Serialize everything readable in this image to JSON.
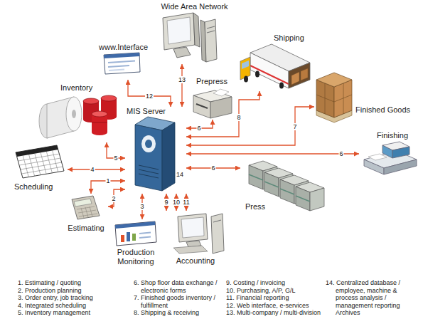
{
  "diagram": {
    "nodes": [
      {
        "text": [
          "Wide Area Network"
        ]
      },
      {
        "text": [
          "www.Interface"
        ]
      },
      {
        "text": [
          "Shipping"
        ]
      },
      {
        "text": [
          "Prepress"
        ]
      },
      {
        "text": [
          "Inventory"
        ]
      },
      {
        "text": [
          "MIS Server"
        ]
      },
      {
        "text": [
          "Finished Goods"
        ]
      },
      {
        "text": [
          "Finishing"
        ]
      },
      {
        "text": [
          "Scheduling"
        ]
      },
      {
        "text": [
          "Press"
        ]
      },
      {
        "text": [
          "Estimating"
        ]
      },
      {
        "text": [
          "Production Monitoring"
        ]
      },
      {
        "text": [
          "Accounting"
        ]
      }
    ],
    "edges": [
      {
        "from": 5,
        "to": 1,
        "label": "12",
        "arrow": "both"
      },
      {
        "from": 5,
        "to": 0,
        "label": "13",
        "arrow": "both"
      },
      {
        "from": 5,
        "to": 2,
        "label": "8",
        "arrow": "both"
      },
      {
        "from": 5,
        "to": 3,
        "label": "6",
        "arrow": "both"
      },
      {
        "from": 5,
        "to": 6,
        "label": "7",
        "arrow": "both"
      },
      {
        "from": 5,
        "to": 7,
        "label": "6",
        "arrow": "both"
      },
      {
        "from": 5,
        "to": 9,
        "label": "6",
        "arrow": "both"
      },
      {
        "from": 5,
        "to": 4,
        "label": "5",
        "arrow": "both"
      },
      {
        "from": 5,
        "to": 8,
        "label": "4",
        "arrow": "both"
      },
      {
        "from": 5,
        "to": 10,
        "label": "1",
        "arrow": "both"
      },
      {
        "from": 5,
        "to": 10,
        "label": "2",
        "arrow": "both"
      },
      {
        "from": 5,
        "to": 11,
        "label": "3",
        "arrow": "both"
      },
      {
        "from": 5,
        "to": 12,
        "label": "9",
        "arrow": "both"
      },
      {
        "from": 5,
        "to": 12,
        "label": "10",
        "arrow": "both"
      },
      {
        "from": 5,
        "to": 12,
        "label": "11",
        "arrow": "both"
      }
    ],
    "labels": [
      "14",
      "1. Estimating / quoting",
      "2. Production planning",
      "3. Order entry, job tracking",
      "4. Integrated scheduling",
      "5. Inventory management",
      "6. Shop floor data exchange / electronic forms",
      "7. Finished goods inventory / fulfillment",
      "8. Shipping & receiving",
      "9. Costing / invoicing",
      "10. Purchasing, A/P, G/L",
      "11. Financial reporting",
      "12. Web interface, e-services",
      "13. Multi-company / multi-division",
      "14. Centralized database / employee, machine & process analysis / management reporting Archives"
    ]
  }
}
